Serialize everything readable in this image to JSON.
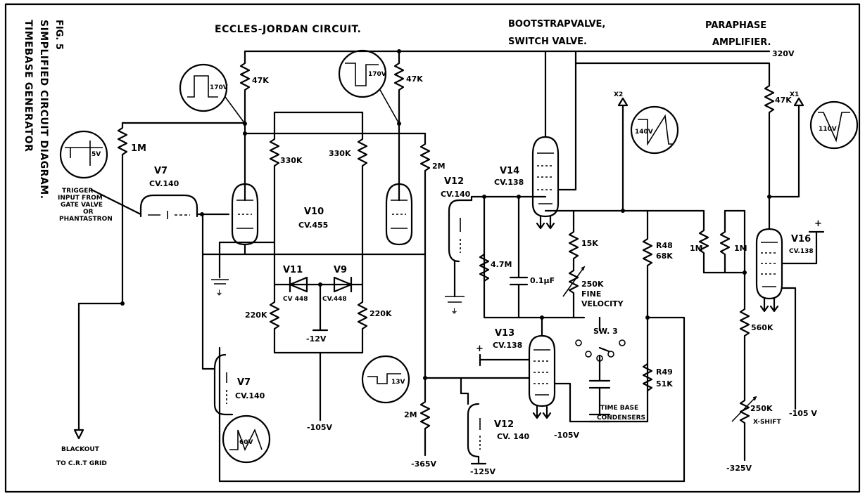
{
  "figure": {
    "fig_no": "FIG. 5",
    "title_line1": "SIMPLIFIED CIRCUIT DIAGRAM.",
    "title_line2": "TIMEBASE GENERATOR"
  },
  "sections": {
    "eccles": "ECCLES-JORDAN CIRCUIT.",
    "boot1": "BOOTSTRAPVALVE,",
    "boot2": "SWITCH VALVE.",
    "para1": "PARAPHASE",
    "para2": "AMPLIFIER."
  },
  "valves": {
    "v7a": "V7",
    "v7a_type": "CV.140",
    "v7b": "V7",
    "v7b_type": "CV.140",
    "v10": "V10",
    "v10_type": "CV.455",
    "v11": "V11",
    "v11_type": "CV 448",
    "v9": "V9",
    "v9_type": "CV.448",
    "v12a": "V12",
    "v12a_type": "CV.140",
    "v12b": "V12",
    "v12b_type": "CV. 140",
    "v13": "V13",
    "v13_type": "CV.138",
    "v14": "V14",
    "v14_type": "CV.138",
    "v16": "V16",
    "v16_type": "CV.138"
  },
  "resistors": {
    "r1m_left": "1M",
    "r47k_a": "47K",
    "r47k_b": "47K",
    "r330k_a": "330K",
    "r330k_b": "330K",
    "r220k_a": "220K",
    "r220k_b": "220K",
    "r2m_a": "2M",
    "r2m_b": "2M",
    "r47m": "4.7M",
    "cap01": "0.1µF",
    "r15k": "15K",
    "r250k_fine1": "250K",
    "r250k_fine2": "FINE",
    "r250k_fine3": "VELOCITY",
    "r48a": "R48",
    "r48b": "68K",
    "r49a": "R49",
    "r49b": "51K",
    "r1m_c": "1M",
    "r1m_d": "1M",
    "r47k_c": "47K",
    "r560k": "560K",
    "r250k_x1": "250K",
    "r250k_x2": "X-SHIFT"
  },
  "voltages": {
    "v320": "320V",
    "vm105_a": "-105V",
    "vm12": "-12V",
    "vm365": "-365V",
    "vm125": "-125V",
    "vm105_b": "-105V",
    "vm325": "-325V",
    "vm105_c": "-105 V"
  },
  "waveforms": {
    "w170a": "170V",
    "w170b": "170V",
    "w5": "5V",
    "w140": "140V",
    "w110": "110V",
    "w13": "13V",
    "w60": "60V"
  },
  "labels": {
    "trigger1": "TRIGGER",
    "trigger2": "INPUT FROM",
    "trigger3": "GATE VALVE",
    "trigger4": "OR",
    "trigger5": "PHANTASTRON",
    "blackout1": "BLACKOUT",
    "blackout2": "TO C.R.T GRID",
    "x1": "X1",
    "x2": "X2",
    "sw3": "SW. 3",
    "tb1": "TIME BASE",
    "tb2": "CONDENSERS",
    "plus_a": "+",
    "plus_b": "+"
  }
}
